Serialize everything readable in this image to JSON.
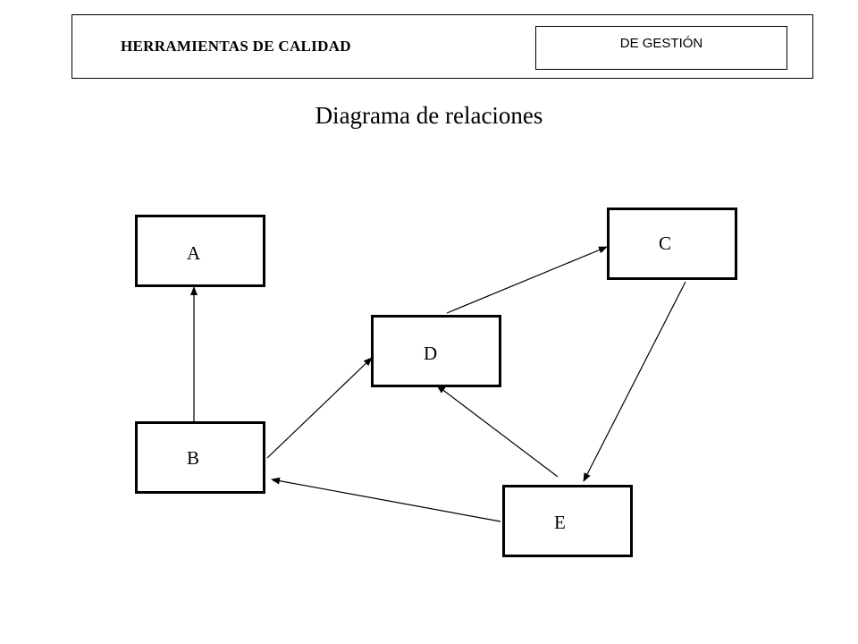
{
  "header": {
    "title": "HERRAMIENTAS  DE CALIDAD",
    "category": "DE GESTIÓN"
  },
  "diagram": {
    "title": "Diagrama de relaciones",
    "nodes": [
      {
        "id": "A",
        "label": "A"
      },
      {
        "id": "B",
        "label": "B"
      },
      {
        "id": "C",
        "label": "C"
      },
      {
        "id": "D",
        "label": "D"
      },
      {
        "id": "E",
        "label": "E"
      }
    ],
    "edges": [
      {
        "from": "B",
        "to": "A"
      },
      {
        "from": "B",
        "to": "D"
      },
      {
        "from": "D",
        "to": "C"
      },
      {
        "from": "C",
        "to": "E"
      },
      {
        "from": "E",
        "to": "D"
      },
      {
        "from": "E",
        "to": "B"
      }
    ]
  },
  "colors": {
    "ink": "#000000",
    "background": "#ffffff"
  }
}
